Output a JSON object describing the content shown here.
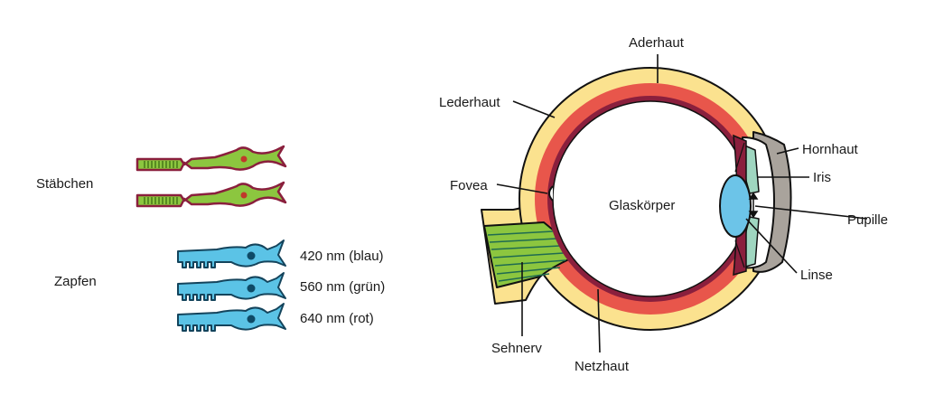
{
  "labels": {
    "rods": "Stäbchen",
    "cones": "Zapfen",
    "cone_blue": "420 nm (blau)",
    "cone_green": "560 nm (grün)",
    "cone_red": "640 nm (rot)",
    "choroid": "Aderhaut",
    "sclera": "Lederhaut",
    "cornea": "Hornhaut",
    "iris": "Iris",
    "fovea": "Fovea",
    "vitreous": "Glaskörper",
    "pupil": "Pupille",
    "lens": "Linse",
    "optic_nerve": "Sehnerv",
    "retina": "Netzhaut"
  },
  "colors": {
    "sclera": "#fbe28f",
    "choroid": "#e8564b",
    "retina": "#8a1f3d",
    "rod": "#8cc63f",
    "cone": "#5bc3e6",
    "nucleus_rod": "#c0392b",
    "nucleus_cone": "#0e4a66",
    "cornea": "#a9a39c",
    "iris": "#9fd6c0",
    "lens": "#6cc4e8",
    "nerve": "#8cc63f"
  }
}
